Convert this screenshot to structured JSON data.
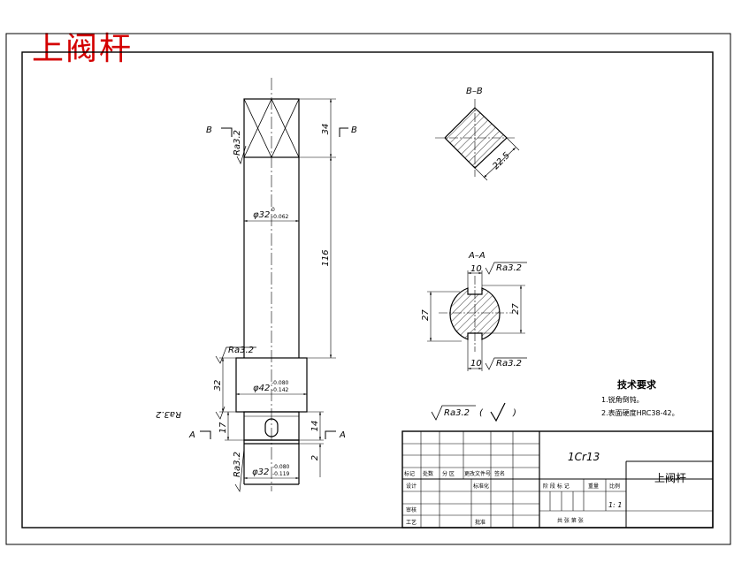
{
  "title": "上阀杆",
  "main_view": {
    "section_b_marks": [
      "B",
      "B"
    ],
    "section_a_marks": [
      "A",
      "A"
    ],
    "dims": {
      "square_len": "34",
      "middle_len": "116",
      "collar_len": "32",
      "lower_len": "17",
      "bottom_len": "2",
      "slot_len": "14",
      "dia_mid": "φ32",
      "dia_mid_upper": "0",
      "dia_mid_lower": "-0.062",
      "dia_collar": "φ42",
      "dia_collar_upper": "-0.080",
      "dia_collar_lower": "-0.142",
      "dia_bottom": "φ32",
      "dia_bottom_upper": "-0.080",
      "dia_bottom_lower": "-0.119"
    },
    "roughness": [
      "Ra3.2",
      "Ra3.2",
      "Ra3.2",
      "Ra3.2"
    ]
  },
  "section_bb": {
    "label": "B–B",
    "dim": "22.5"
  },
  "section_aa": {
    "label": "A–A",
    "dim_top": "10",
    "dim_bottom": "10",
    "dim_left": "27",
    "dim_right": "27",
    "roughness_top": "Ra3.2",
    "roughness_bottom": "Ra3.2"
  },
  "general_roughness": {
    "value": "Ra3.2",
    "paren_open": "(",
    "paren_close": ")"
  },
  "tech_requirements": {
    "heading": "技术要求",
    "items": [
      "1.锐角倒钝。",
      "2.表面硬度HRC38-42。"
    ]
  },
  "title_block": {
    "material": "1Cr13",
    "part_name": "上阀杆",
    "row_labels": [
      "标记",
      "处数",
      "分 区",
      "更改文件号",
      "签名"
    ],
    "design": "设计",
    "standard": "标准化",
    "stage_labels": [
      "阶 段 标 记",
      "重量",
      "比例"
    ],
    "scale": "1: 1",
    "review": "审核",
    "process": "工艺",
    "approve": "批准",
    "sheets": "共  张  第  张"
  }
}
